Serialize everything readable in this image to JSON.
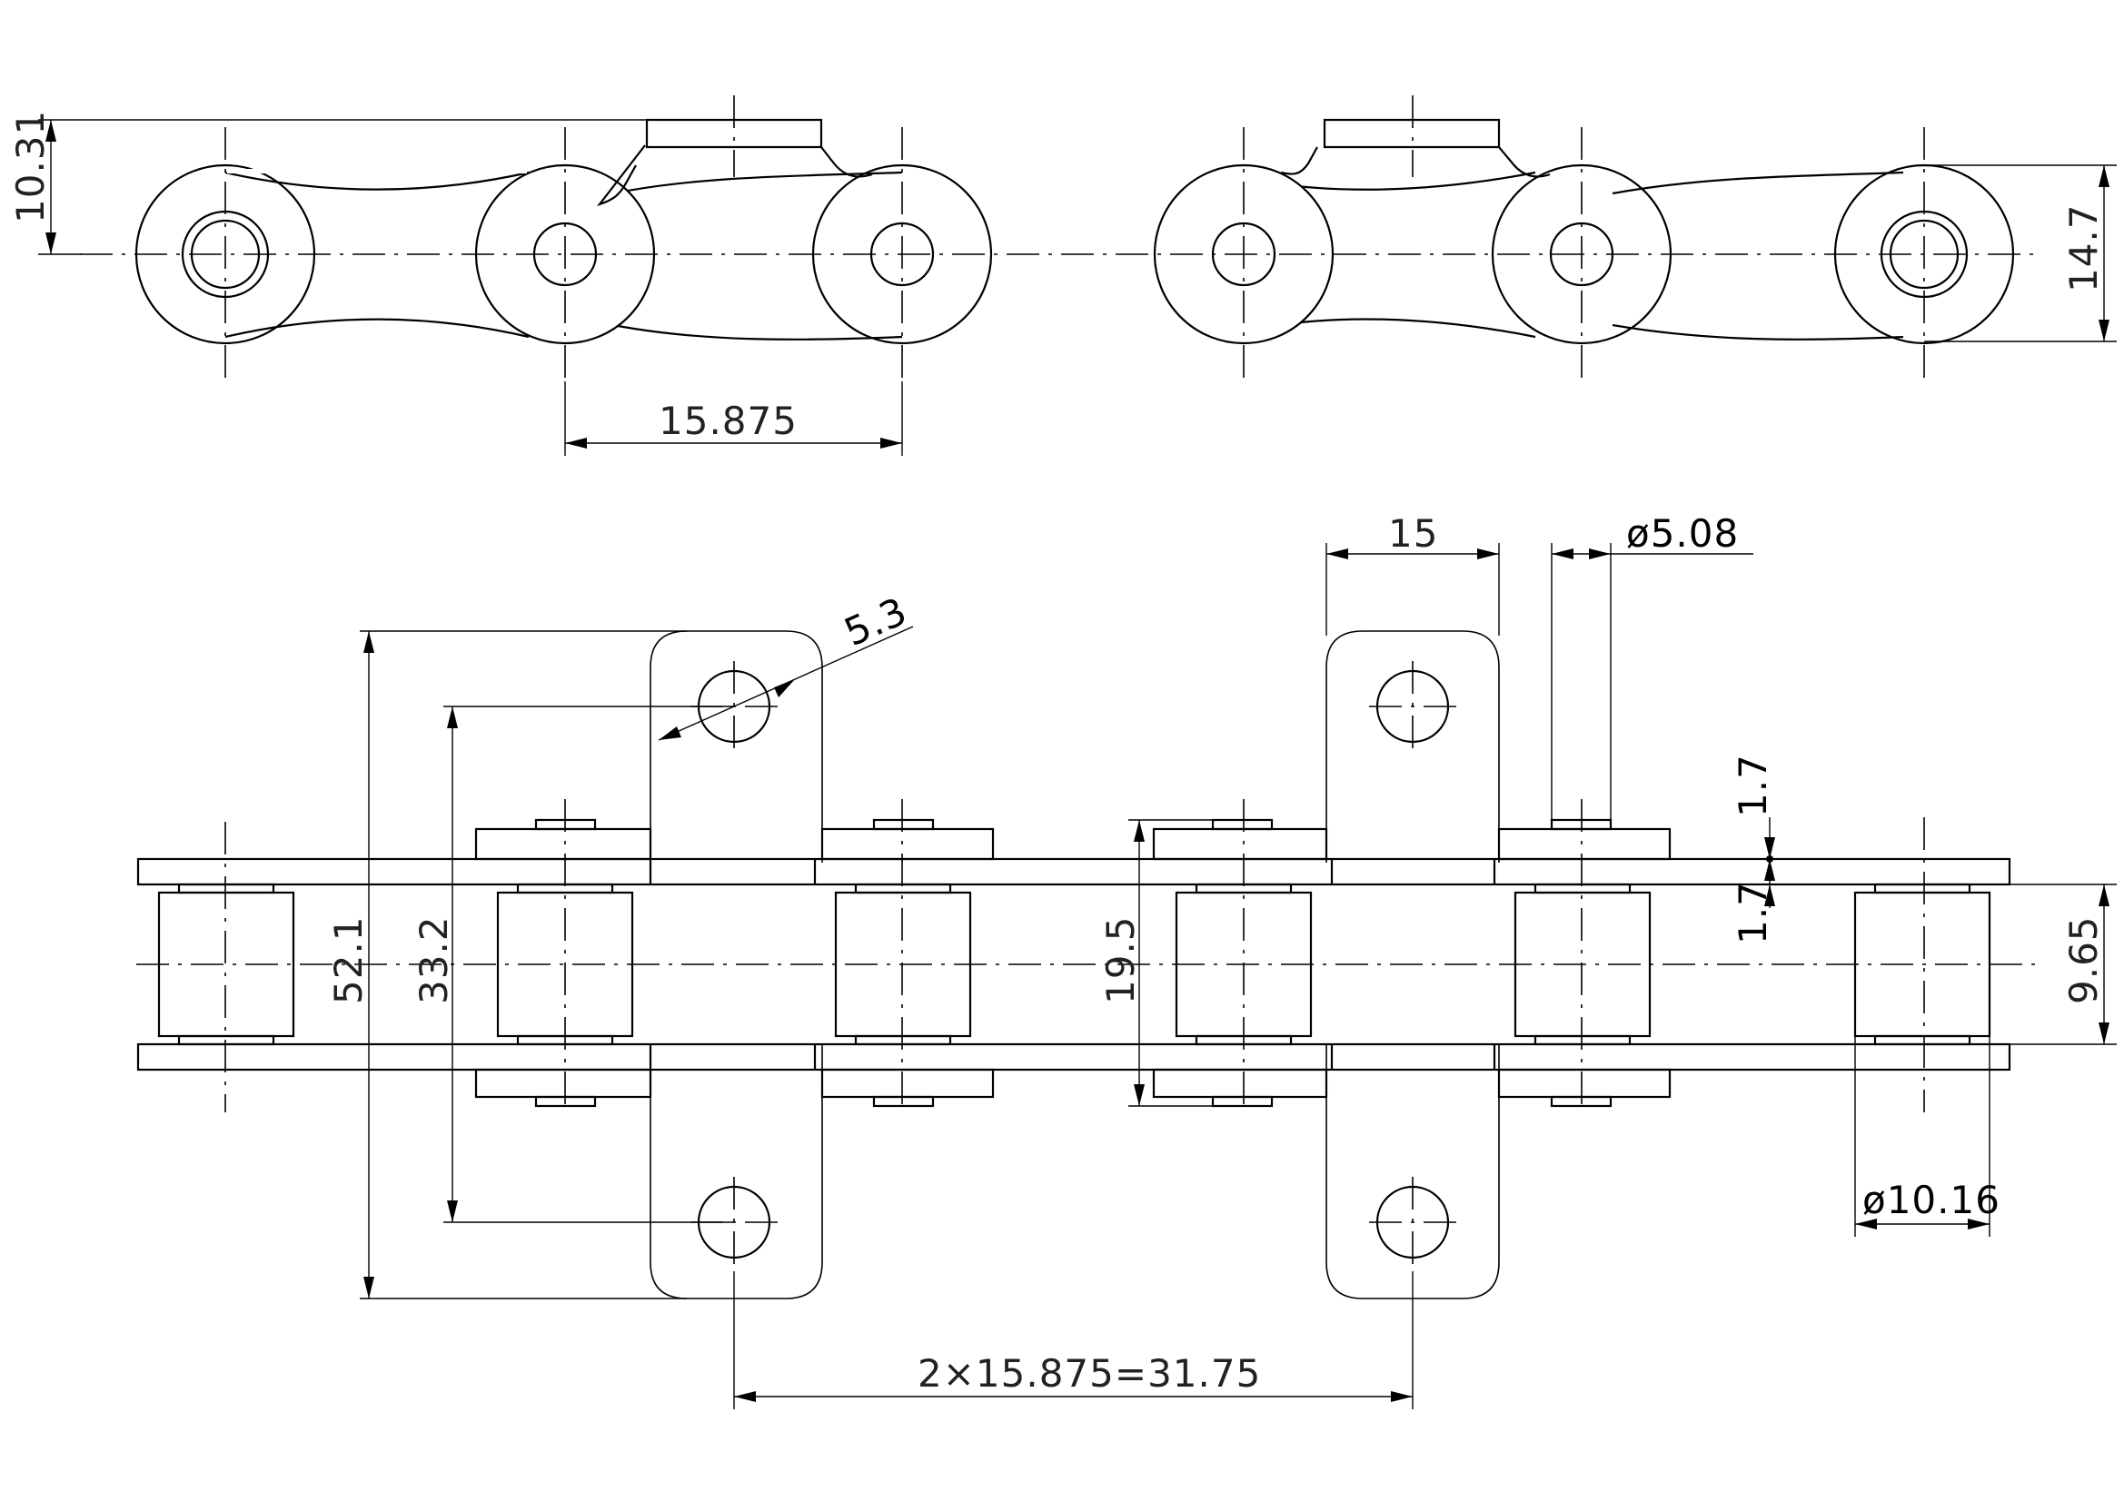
{
  "drawing": {
    "labels": {
      "tab_height": "10.31",
      "plate_height": "14.7",
      "pitch": "15.875",
      "attachment_width": "15",
      "hole_diameter": "ø5.08",
      "hole_size": "5.3",
      "overall_width": "52.1",
      "hole_spacing": "33.2",
      "pin_width": "19.5",
      "offset_top": "1.7",
      "offset_bottom": "1.7",
      "inner_width": "9.65",
      "roller_diameter": "ø10.16",
      "attachment_pitch": "2×15.875=31.75"
    }
  }
}
